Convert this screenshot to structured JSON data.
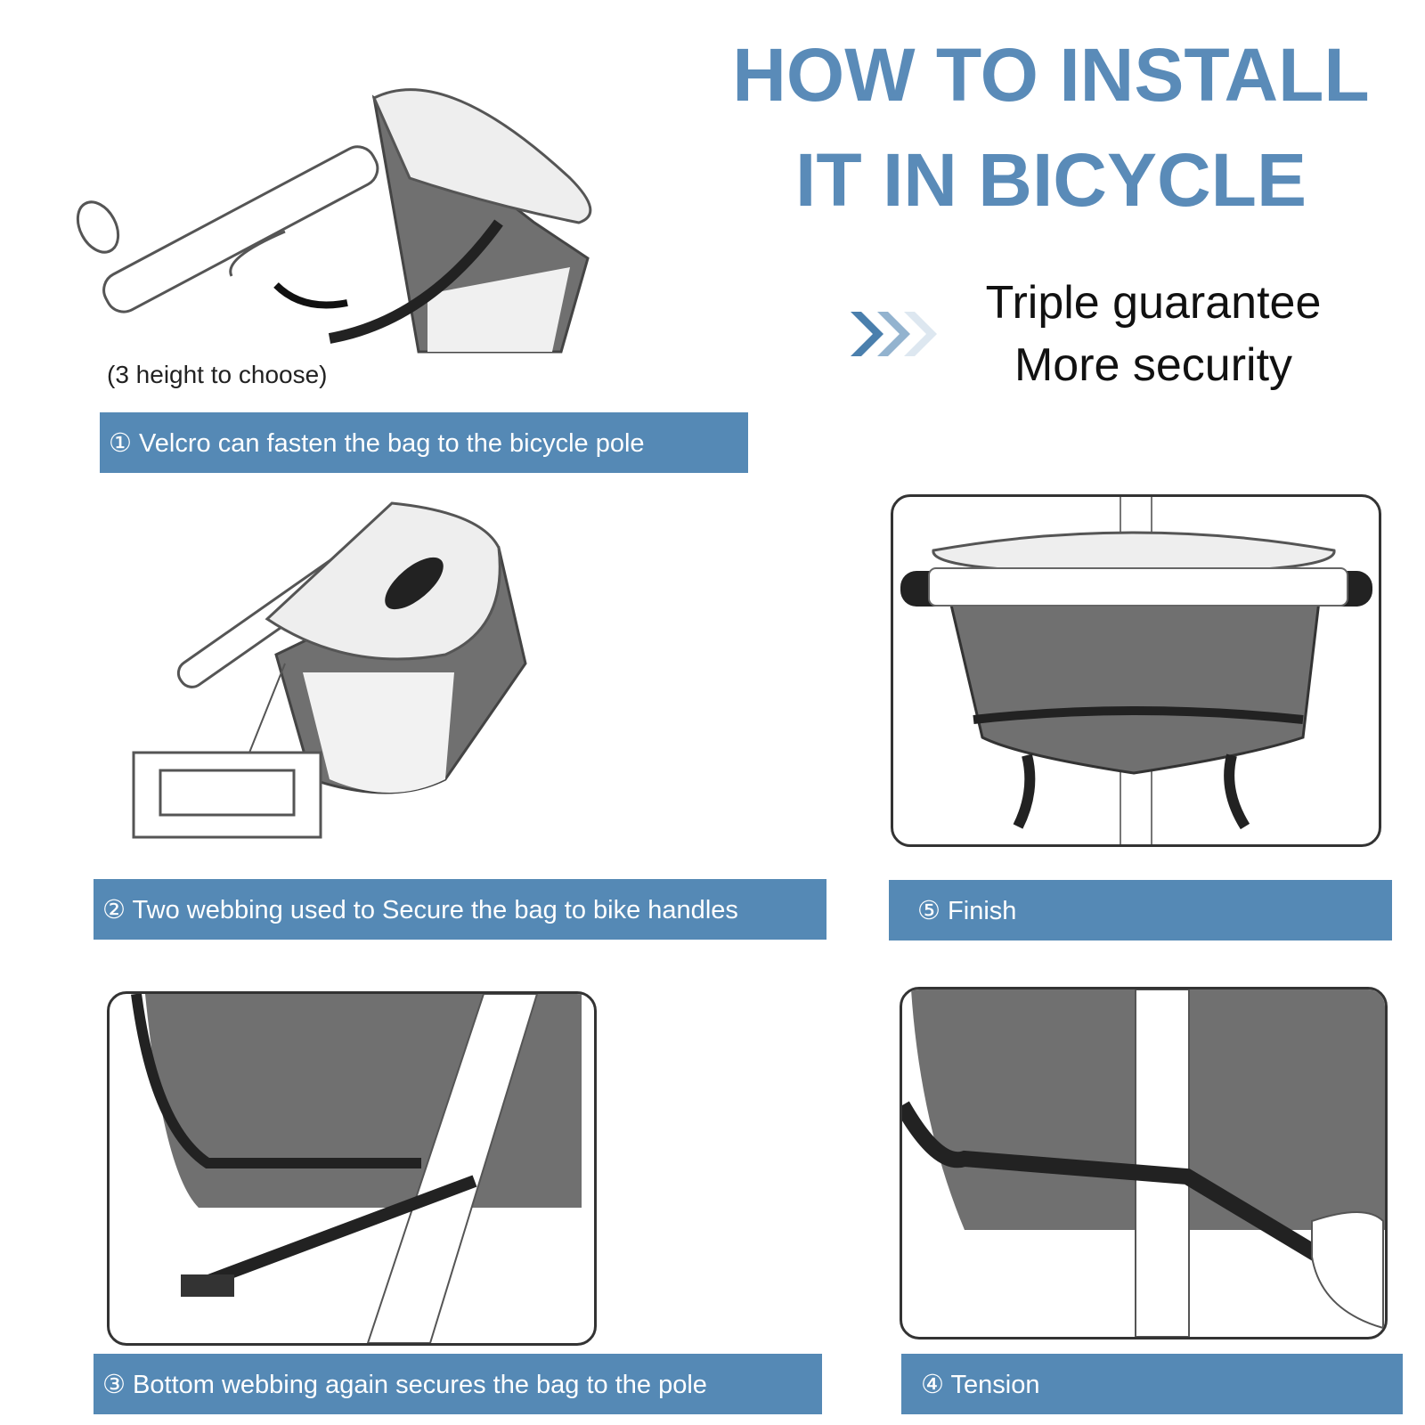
{
  "title": {
    "line1": "HOW TO INSTALL",
    "line2": "IT IN BICYCLE"
  },
  "tagline": {
    "line1": "Triple guarantee",
    "line2": "More security",
    "icon": "triple-chevron-right-icon"
  },
  "colors": {
    "accent": "#5589b5",
    "title": "#5a8bb8",
    "bag_gray": "#707070",
    "strap": "#222222"
  },
  "note": "(3 height to choose)",
  "steps": [
    {
      "label": "① Velcro can fasten the bag to the bicycle pole"
    },
    {
      "label": "② Two webbing used to Secure the bag to bike handles"
    },
    {
      "label": "③ Bottom webbing again secures the bag to the pole"
    },
    {
      "label": "④ Tension"
    },
    {
      "label": "⑤ Finish"
    }
  ]
}
